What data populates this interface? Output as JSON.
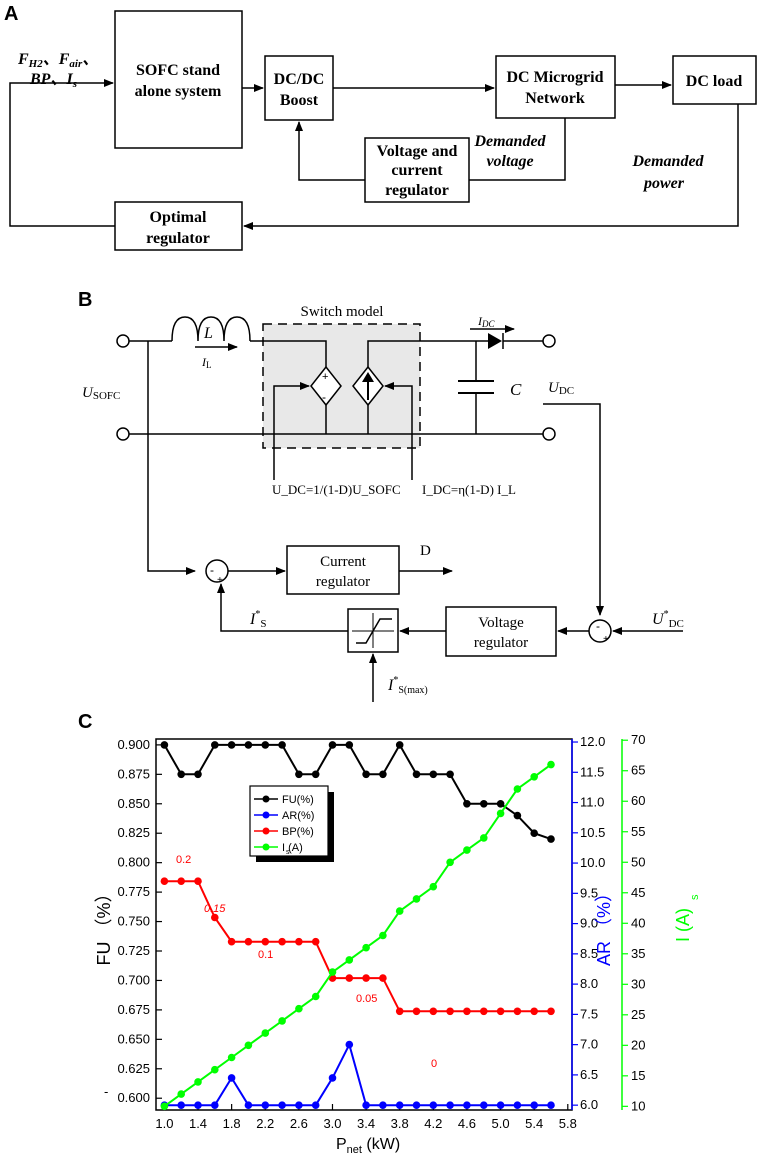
{
  "panel_a": {
    "letter": "A",
    "inputs": {
      "l1": "F",
      "l1sub": "H2",
      "sep1": "、",
      "l2": "F",
      "l2sub": "air",
      "sep2": "、",
      "l3": "BP",
      "sep3": "、",
      "l4": "I",
      "l4sub": "s"
    },
    "sofc": [
      "SOFC stand",
      "alone system"
    ],
    "dcdc": [
      "DC/DC",
      "Boost"
    ],
    "microgrid": [
      "DC Microgrid",
      "Network"
    ],
    "load": "DC load",
    "vcreg": [
      "Voltage and",
      "current",
      "regulator"
    ],
    "demanded_voltage": [
      "Demanded",
      "voltage"
    ],
    "demanded_power": [
      "Demanded",
      "power"
    ],
    "optimal": [
      "Optimal",
      "regulator"
    ]
  },
  "panel_b": {
    "letter": "B",
    "switch_model": "Switch model",
    "L": "L",
    "IL": "I",
    "ILsub": "L",
    "IDC": "I",
    "IDCsub": "DC",
    "C": "C",
    "usofc": "U",
    "usofcsub": "SOFC",
    "udc": "U",
    "udcsub": "DC",
    "eq1": "U_DC=1/(1-D)U_SOFC",
    "eq2": "I_DC=η(1-D) I_L",
    "current_reg": [
      "Current",
      "regulator"
    ],
    "D": "D",
    "voltage_reg": [
      "Voltage",
      "regulator"
    ],
    "Is": "I",
    "Is_sup": "*",
    "Is_sub": "S",
    "Ismax": "I",
    "Ismax_sup": "*",
    "Ismax_sub": "S(max)",
    "Udcref": "U",
    "Udcref_sup": "*",
    "Udcref_sub": "DC"
  },
  "panel_c": {
    "letter": "C",
    "colors": {
      "fu": "#000000",
      "ar": "#0000ff",
      "bp": "#ff0000",
      "is": "#00ff00"
    },
    "axes": {
      "left_label": "FU （%）",
      "right1_label": "AR （%）",
      "right2_label": "I (A)",
      "right2_label_sub": "s",
      "x_label": "P",
      "x_label_sub": "net",
      "x_label_unit": " (kW)",
      "left_ticks": [
        "0.900",
        "0.875",
        "0.850",
        "0.825",
        "0.800",
        "0.775",
        "0.750",
        "0.725",
        "0.700",
        "0.675",
        "0.650",
        "0.625",
        "0.600"
      ],
      "right1_ticks": [
        "12.0",
        "11.5",
        "11.0",
        "10.5",
        "10.0",
        "9.5",
        "9.0",
        "8.5",
        "8.0",
        "7.5",
        "7.0",
        "6.5",
        "6.0"
      ],
      "right2_ticks": [
        "70",
        "65",
        "60",
        "55",
        "50",
        "45",
        "40",
        "35",
        "30",
        "25",
        "20",
        "15",
        "10"
      ],
      "x_ticks": [
        "1.0",
        "1.4",
        "1.8",
        "2.2",
        "2.6",
        "3.0",
        "3.4",
        "3.8",
        "4.2",
        "4.6",
        "5.0",
        "5.4",
        "5.8"
      ],
      "left_dash": "-"
    },
    "legend": [
      "FU(%)",
      "AR(%)",
      "BP(%)",
      "I (A)"
    ],
    "legend_is_sub": "s",
    "bp_annotations": [
      "0.2",
      "0.15",
      "0.1",
      "0.05",
      "0"
    ]
  },
  "chart_data": {
    "type": "line",
    "x": [
      1.0,
      1.2,
      1.4,
      1.6,
      1.8,
      2.0,
      2.2,
      2.4,
      2.6,
      2.8,
      3.0,
      3.2,
      3.4,
      3.6,
      3.8,
      4.0,
      4.2,
      4.4,
      4.6,
      4.8,
      5.0,
      5.2,
      5.4,
      5.6
    ],
    "xlabel": "P_net (kW)",
    "xlim": [
      0.9,
      5.85
    ],
    "series": [
      {
        "name": "FU(%)",
        "axis": "left",
        "ylim": [
          0.59,
          0.905
        ],
        "values": [
          0.9,
          0.875,
          0.875,
          0.9,
          0.9,
          0.9,
          0.9,
          0.9,
          0.875,
          0.875,
          0.9,
          0.9,
          0.875,
          0.875,
          0.9,
          0.875,
          0.875,
          0.875,
          0.85,
          0.85,
          0.85,
          0.84,
          0.825,
          0.82
        ]
      },
      {
        "name": "AR(%)",
        "axis": "right1",
        "ylim": [
          5.92,
          12.05
        ],
        "values": [
          6.0,
          6.0,
          6.0,
          6.0,
          6.45,
          6.0,
          6.0,
          6.0,
          6.0,
          6.0,
          6.45,
          7.0,
          6.0,
          6.0,
          6.0,
          6.0,
          6.0,
          6.0,
          6.0,
          6.0,
          6.0,
          6.0,
          6.0,
          6.0
        ]
      },
      {
        "name": "BP(%)",
        "axis": "right1",
        "ylim": [
          5.92,
          12.05
        ],
        "values": [
          9.7,
          9.7,
          9.7,
          9.1,
          8.7,
          8.7,
          8.7,
          8.7,
          8.7,
          8.7,
          8.1,
          8.1,
          8.1,
          8.1,
          7.55,
          7.55,
          7.55,
          7.55,
          7.55,
          7.55,
          7.55,
          7.55,
          7.55,
          7.55
        ]
      },
      {
        "name": "I_s (A)",
        "axis": "right2",
        "ylim": [
          9.4,
          70.2
        ],
        "values": [
          10,
          12,
          14,
          16,
          18,
          20,
          22,
          24,
          26,
          28,
          32,
          34,
          36,
          38,
          42,
          44,
          46,
          50,
          52,
          54,
          58,
          62,
          64,
          66
        ]
      }
    ],
    "ylabel": "FU (%)",
    "y2label": "AR (%)",
    "y3label": "I_s (A)",
    "ylim_left": [
      0.6,
      0.9
    ],
    "ylim_right1": [
      6.0,
      12.0
    ],
    "ylim_right2": [
      10,
      70
    ],
    "legend": "top-center"
  }
}
